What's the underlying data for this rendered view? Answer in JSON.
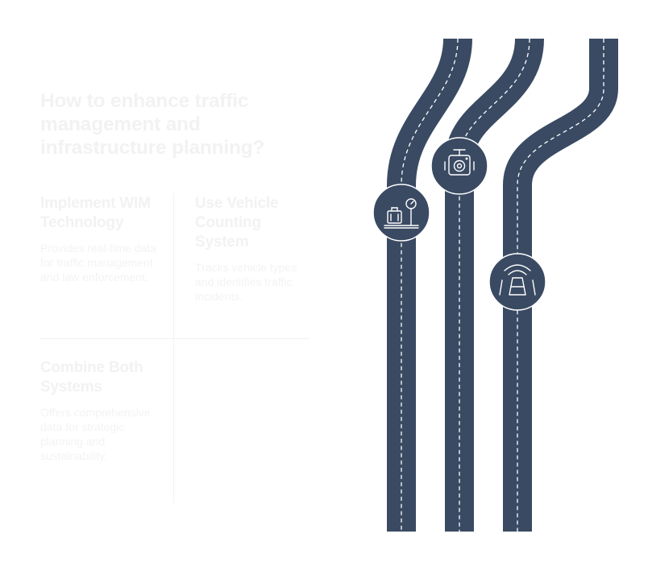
{
  "title": "How to enhance traffic management and infrastructure planning?",
  "options": [
    {
      "title": "Implement WIM Technology",
      "description": "Provides real-time data for traffic management and law enforcement."
    },
    {
      "title": "Use Vehicle Counting System",
      "description": "Tracks vehicle types and identifies traffic incidents."
    },
    {
      "title": "Combine Both Systems",
      "description": "Offers comprehensive data for strategic planning and sustainability."
    }
  ],
  "colors": {
    "road": "#3a4a63",
    "road_dash": "#ffffff",
    "faded_text": "#f2f2f2"
  },
  "road_icons": [
    "wim-scale-icon",
    "traffic-camera-icon",
    "vehicle-sensor-icon"
  ]
}
